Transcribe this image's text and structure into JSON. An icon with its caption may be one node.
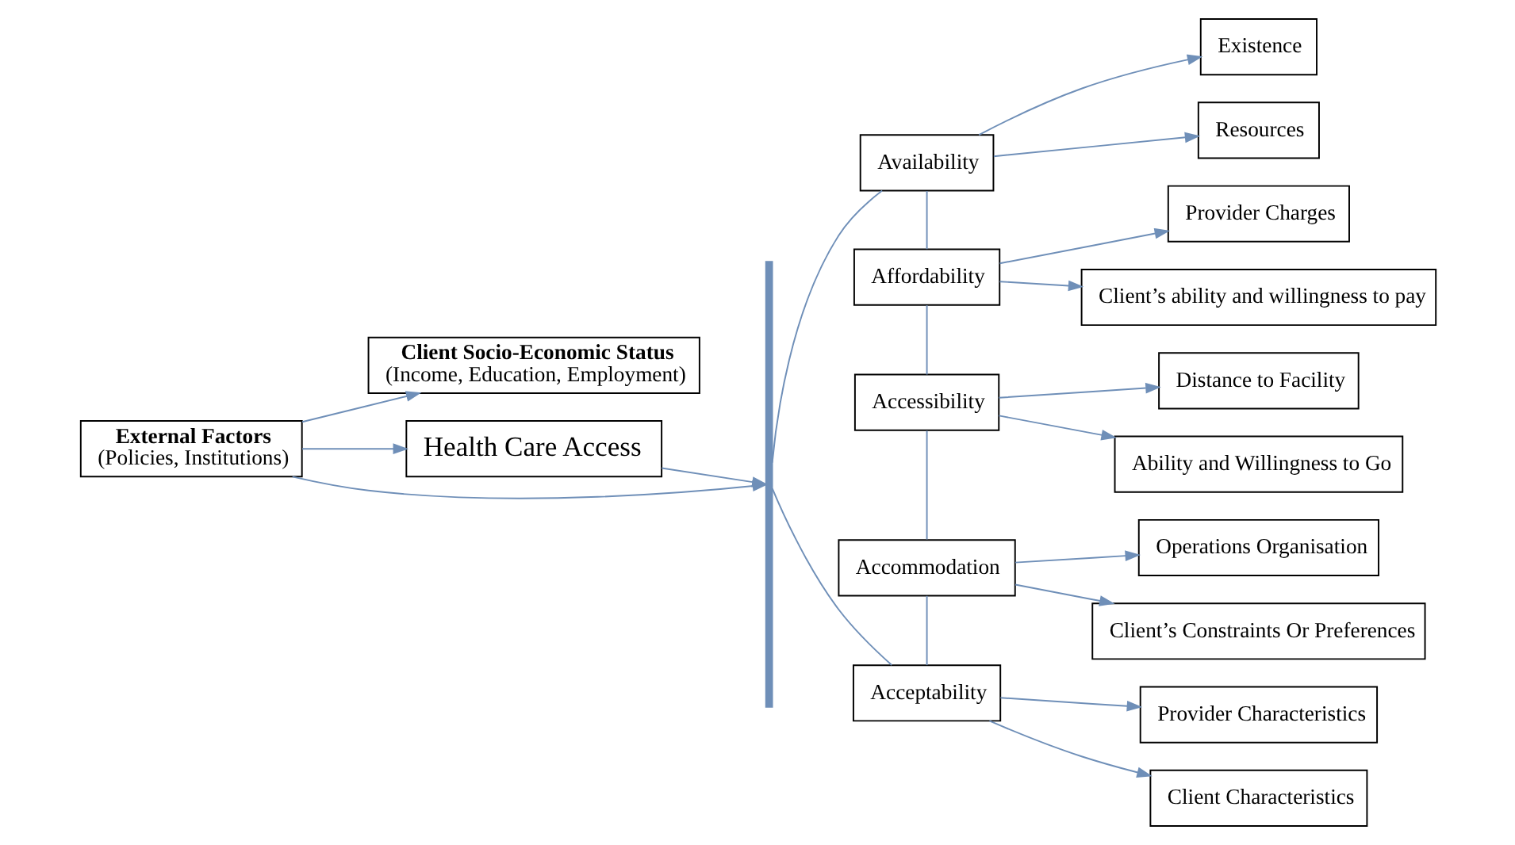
{
  "diagram": {
    "nodes": [
      {
        "text": [
          "External Factors",
          "(Policies, Institutions)"
        ]
      },
      {
        "text": [
          "Client Socio-Economic Status",
          "(Income, Education, Employment)"
        ]
      },
      {
        "text": [
          "Health Care Access"
        ]
      },
      {
        "text": [],
        "shape": "bar"
      },
      {
        "text": [
          "Availability"
        ]
      },
      {
        "text": [
          "Existence"
        ]
      },
      {
        "text": [
          "Resources"
        ]
      },
      {
        "text": [
          "Affordability"
        ]
      },
      {
        "text": [
          "Provider Charges"
        ]
      },
      {
        "text": [
          "Client’s ability and willingness to pay"
        ]
      },
      {
        "text": [
          "Accessibility"
        ]
      },
      {
        "text": [
          "Distance to Facility"
        ]
      },
      {
        "text": [
          "Ability and Willingness to Go"
        ]
      },
      {
        "text": [
          "Accommodation"
        ]
      },
      {
        "text": [
          "Operations Organisation"
        ]
      },
      {
        "text": [
          "Client’s Constraints Or Preferences"
        ]
      },
      {
        "text": [
          "Acceptability"
        ]
      },
      {
        "text": [
          "Provider Characteristics"
        ]
      },
      {
        "text": [
          "Client Characteristics"
        ]
      }
    ],
    "edges": [
      {
        "from": 0,
        "to": 1,
        "arrow": "to"
      },
      {
        "from": 0,
        "to": 2,
        "arrow": "to"
      },
      {
        "from": 0,
        "to": 3,
        "arrow": "to"
      },
      {
        "from": 2,
        "to": 3,
        "arrow": "to"
      },
      {
        "from": 3,
        "to": 4,
        "arrow": "none"
      },
      {
        "from": 3,
        "to": 16,
        "arrow": "none"
      },
      {
        "from": 4,
        "to": 7,
        "arrow": "none"
      },
      {
        "from": 7,
        "to": 10,
        "arrow": "none"
      },
      {
        "from": 10,
        "to": 13,
        "arrow": "none"
      },
      {
        "from": 13,
        "to": 16,
        "arrow": "none"
      },
      {
        "from": 4,
        "to": 5,
        "arrow": "to"
      },
      {
        "from": 4,
        "to": 6,
        "arrow": "to"
      },
      {
        "from": 7,
        "to": 8,
        "arrow": "to"
      },
      {
        "from": 7,
        "to": 9,
        "arrow": "to"
      },
      {
        "from": 10,
        "to": 11,
        "arrow": "to"
      },
      {
        "from": 10,
        "to": 12,
        "arrow": "to"
      },
      {
        "from": 13,
        "to": 14,
        "arrow": "to"
      },
      {
        "from": 13,
        "to": 15,
        "arrow": "to"
      },
      {
        "from": 16,
        "to": 17,
        "arrow": "to"
      },
      {
        "from": 16,
        "to": 18,
        "arrow": "to"
      }
    ]
  }
}
